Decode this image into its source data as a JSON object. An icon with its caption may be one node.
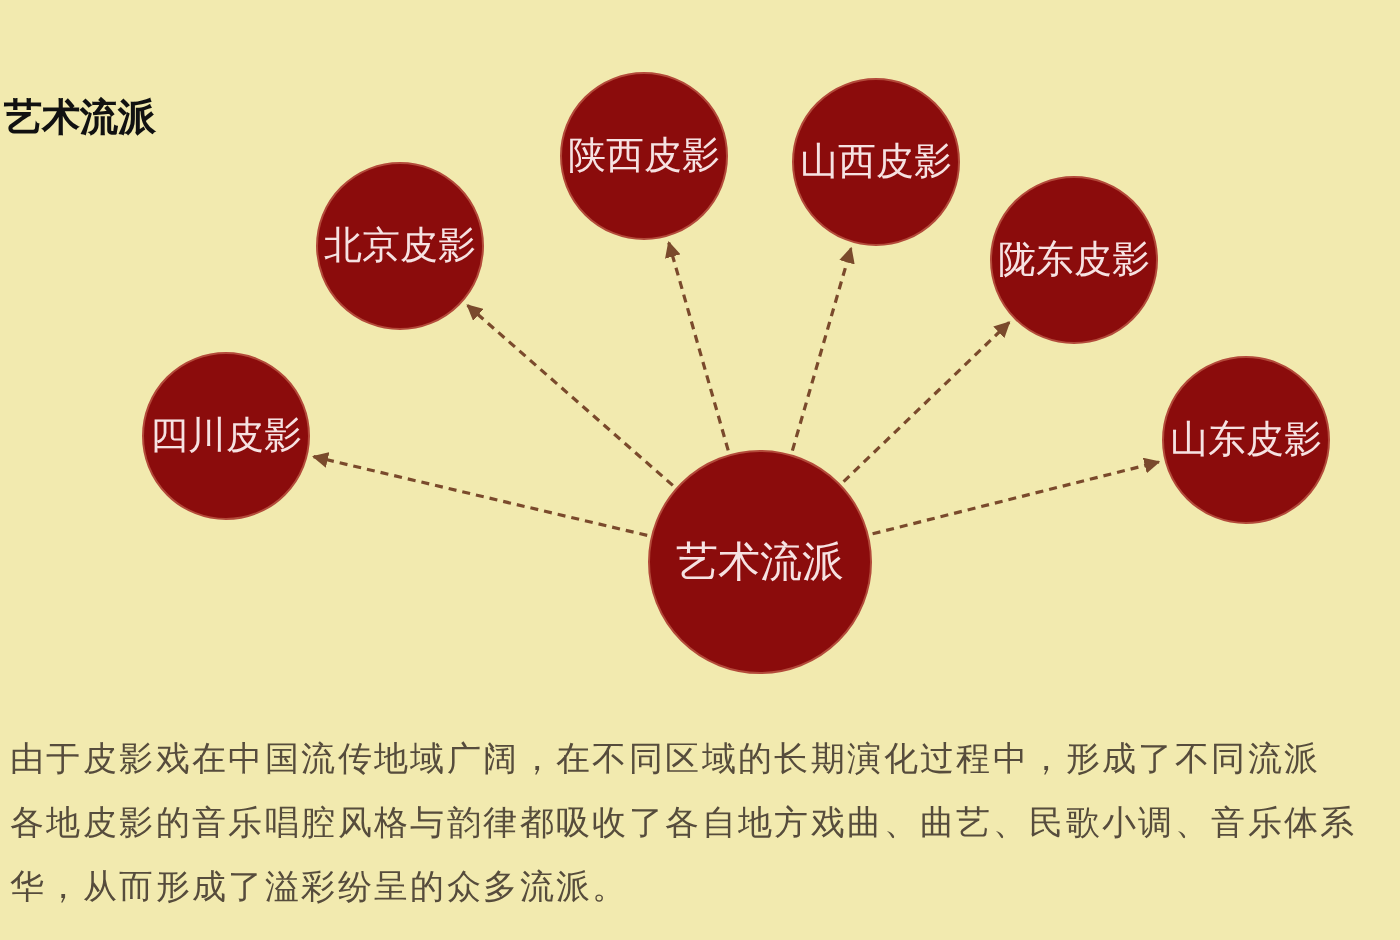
{
  "diagram": {
    "title": "艺术流派",
    "nodes": [
      {
        "text": [
          "艺术流派"
        ]
      },
      {
        "text": [
          "四川皮影"
        ]
      },
      {
        "text": [
          "北京皮影"
        ]
      },
      {
        "text": [
          "陕西皮影"
        ]
      },
      {
        "text": [
          "山西皮影"
        ]
      },
      {
        "text": [
          "陇东皮影"
        ]
      },
      {
        "text": [
          "山东皮影"
        ]
      }
    ],
    "edges": [
      {
        "from": 0,
        "to": 1,
        "arrow": "to",
        "style": "dashed"
      },
      {
        "from": 0,
        "to": 2,
        "arrow": "to",
        "style": "dashed"
      },
      {
        "from": 0,
        "to": 3,
        "arrow": "to",
        "style": "dashed"
      },
      {
        "from": 0,
        "to": 4,
        "arrow": "to",
        "style": "dashed"
      },
      {
        "from": 0,
        "to": 5,
        "arrow": "to",
        "style": "dashed"
      },
      {
        "from": 0,
        "to": 6,
        "arrow": "to",
        "style": "dashed"
      }
    ],
    "labels": [
      "由于皮影戏在中国流传地域广阔，在不同区域的长期演化过程中，形成了不同流派",
      "各地皮影的音乐唱腔风格与韵律都吸收了各自地方戏曲、曲艺、民歌小调、音乐体系",
      "华，从而形成了溢彩纷呈的众多流派。"
    ]
  }
}
